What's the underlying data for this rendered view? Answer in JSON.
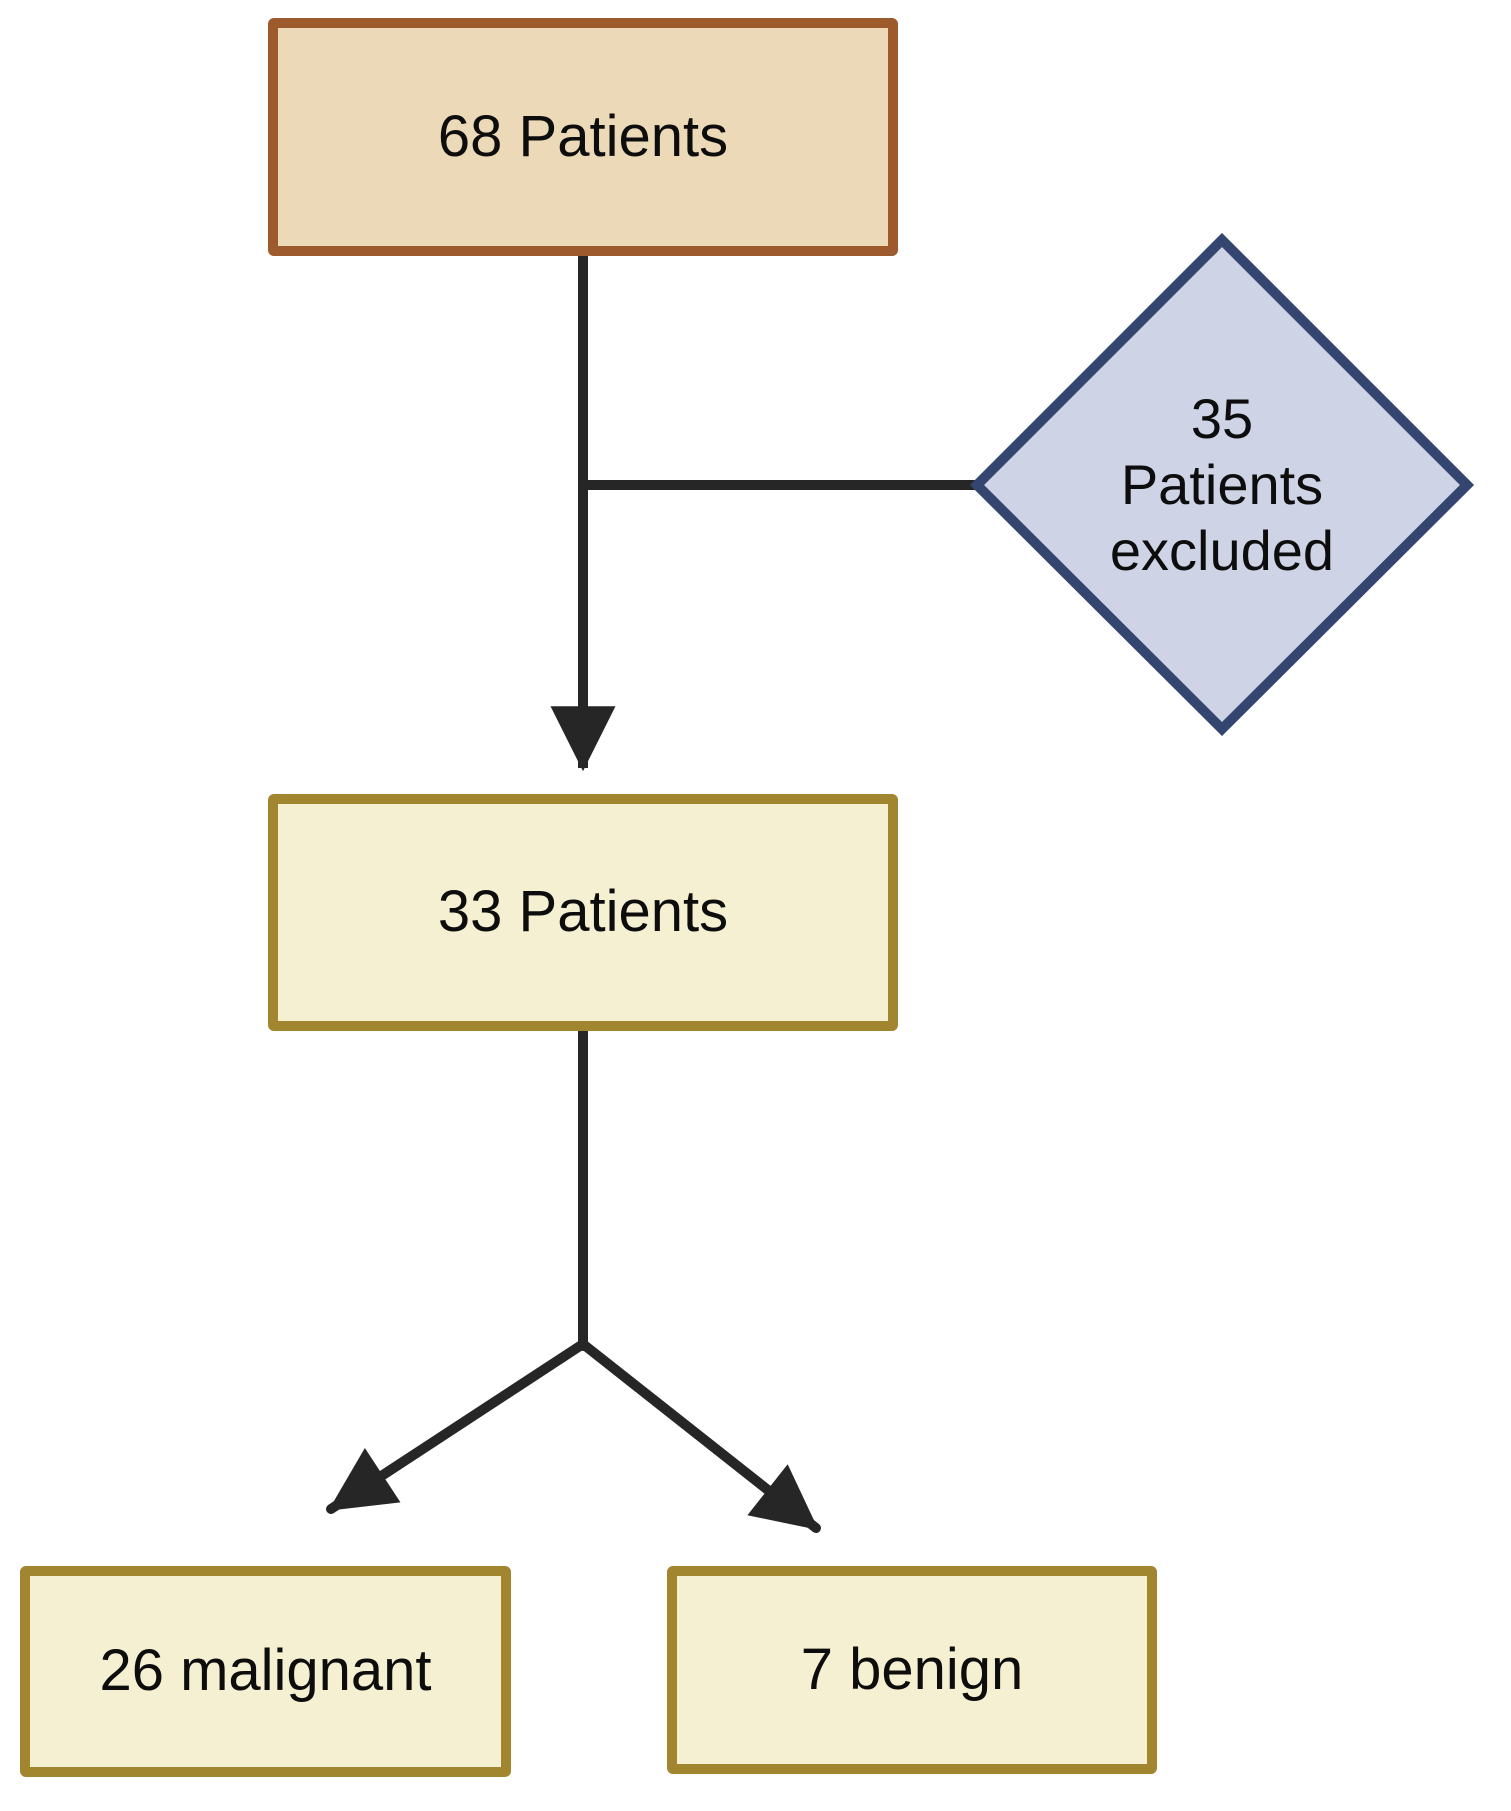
{
  "nodes": {
    "total": {
      "label": "68 Patients"
    },
    "excluded": {
      "lines": [
        "35",
        "Patients",
        "excluded"
      ]
    },
    "included": {
      "label": "33 Patients"
    },
    "malignant": {
      "label": "26 malignant"
    },
    "benign": {
      "label": "7 benign"
    }
  },
  "colors": {
    "background": "#ffffff",
    "text": "#0d0d0d",
    "connector": "#262626",
    "box_total_fill": "#ebd9b8",
    "box_total_border": "#9d5b2d",
    "diamond_fill": "#ced4e6",
    "diamond_border": "#34466f",
    "box_cream_fill": "#f5f0d2",
    "box_cream_border": "#a1862f"
  }
}
